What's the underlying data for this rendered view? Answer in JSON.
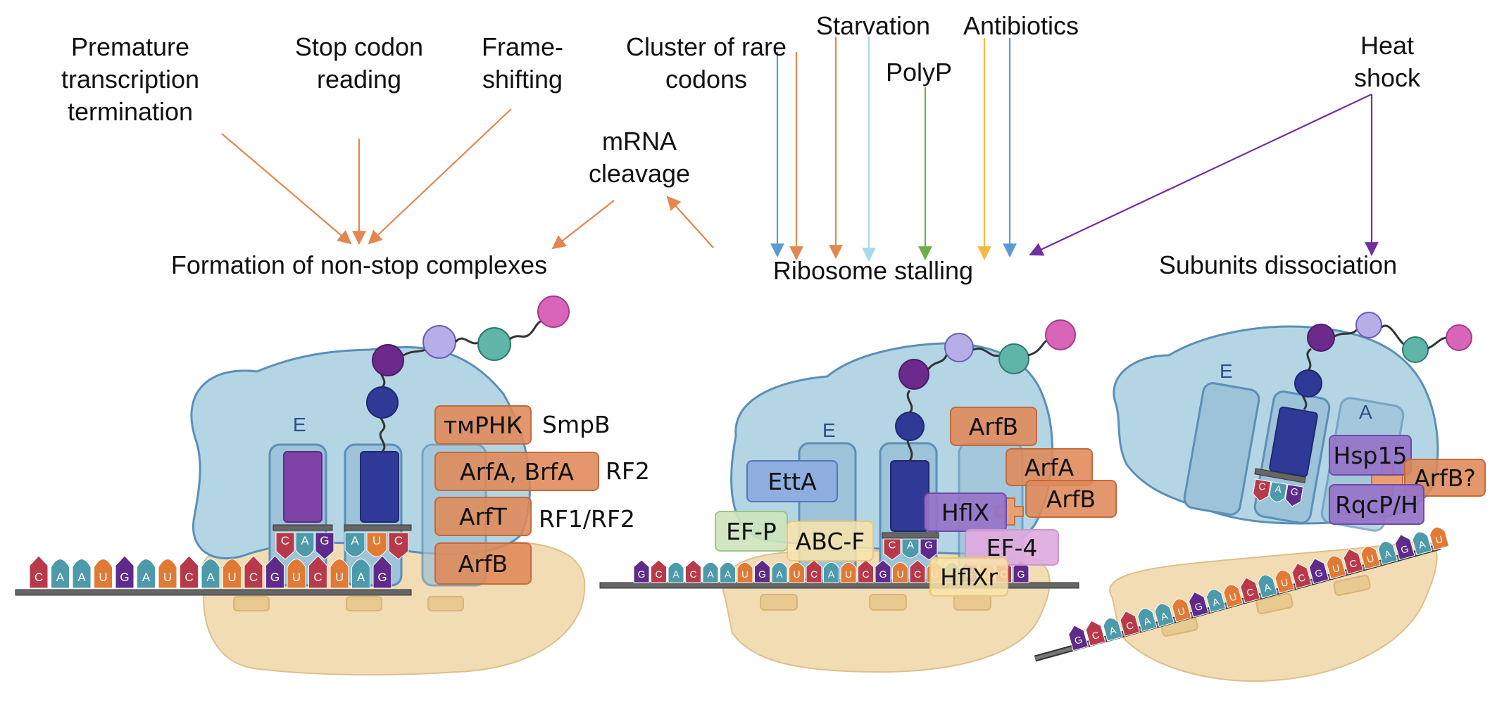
{
  "causes": {
    "premature": "Premature\ntranscription\ntermination",
    "stop_reading": "Stop codon\nreading",
    "frameshifting": "Frame-\nshifting",
    "rare_codons": "Cluster of rare\ncodons",
    "starvation": "Starvation",
    "antibiotics": "Antibiotics",
    "polyp": "PolyP",
    "heat_shock": "Heat\nshock",
    "mrna_cleavage": "mRNA\ncleavage"
  },
  "outcomes": {
    "non_stop": "Formation of non-stop complexes",
    "stalling": "Ribosome stalling",
    "dissociation": "Subunits dissociation"
  },
  "panel1": {
    "site_e": "E",
    "factors": [
      "тмРНК",
      "ArfA, BrfA",
      "ArfT",
      "ArfB"
    ],
    "partners": [
      "SmpB",
      "RF2",
      "RF1/RF2"
    ],
    "anticodon": [
      "C",
      "A",
      "G"
    ],
    "codon": [
      "A",
      "U",
      "C"
    ],
    "mrna": [
      "C",
      "A",
      "A",
      "U",
      "G",
      "A",
      "U",
      "C",
      "A",
      "U",
      "C",
      "G",
      "U",
      "C",
      "U",
      "A",
      "G"
    ]
  },
  "panel2": {
    "site_e": "E",
    "factors": {
      "etta": "EttA",
      "arfb_top": "ArfB",
      "arfa": "ArfA",
      "arfb": "ArfB",
      "hflx": "HflX",
      "efp": "EF-P",
      "abcf": "ABC-F",
      "ef4": "EF-4",
      "hflxr": "HflXr"
    },
    "anticodon": [
      "C",
      "A",
      "G"
    ],
    "mrna": [
      "G",
      "C",
      "A",
      "C",
      "A",
      "A",
      "U",
      "G",
      "A",
      "U",
      "C",
      "A",
      "U",
      "C",
      "G",
      "U",
      "C",
      "U",
      "A",
      "G",
      "U",
      "C",
      "G"
    ]
  },
  "panel3": {
    "site_e": "E",
    "site_a": "A",
    "factors": {
      "hsp15": "Hsp15",
      "rqcp": "RqcP/H",
      "arfb": "ArfB?"
    },
    "anticodon": [
      "C",
      "A",
      "G"
    ],
    "mrna": [
      "G",
      "C",
      "A",
      "C",
      "A",
      "A",
      "U",
      "G",
      "A",
      "U",
      "C",
      "A",
      "U",
      "C",
      "G",
      "U",
      "C",
      "U",
      "A",
      "G",
      "A",
      "U"
    ]
  },
  "colors": {
    "arrow_orange": "#e2874f",
    "arrow_blue": "#5b9bd5",
    "arrow_lightblue": "#a9d8ea",
    "arrow_green": "#70ad47",
    "arrow_yellow": "#f4b942",
    "arrow_purple": "#7030a0",
    "large_subunit": "#b4d6e4",
    "small_subunit": "#f2dcb4",
    "nucleotide_A": "#4d9aaa",
    "nucleotide_C": "#b83a4a",
    "nucleotide_G": "#5e2b8a",
    "nucleotide_U": "#e07a35"
  },
  "icons": {
    "peptide_beads": "peptide-chain-icon",
    "trna": "trna-icon",
    "mrna_strand": "mrna-strand-icon",
    "plus": "plus-icon"
  }
}
